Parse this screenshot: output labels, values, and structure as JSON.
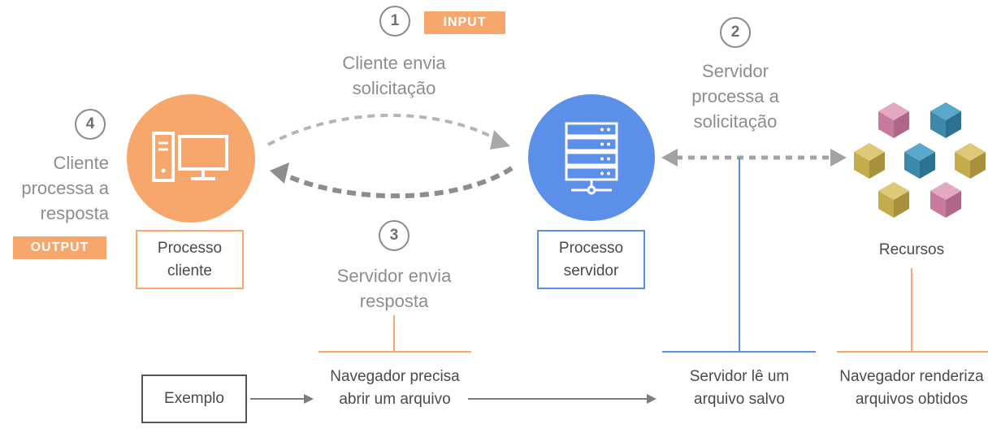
{
  "steps": [
    {
      "number": "1",
      "text": "Cliente envia solicitação",
      "tag": "INPUT"
    },
    {
      "number": "2",
      "text": "Servidor processa a solicitação"
    },
    {
      "number": "3",
      "text": "Servidor envia resposta"
    },
    {
      "number": "4",
      "text": "Cliente processa a resposta",
      "tag": "OUTPUT"
    }
  ],
  "nodes": {
    "client": {
      "label": "Processo cliente",
      "color": "#f7a76c",
      "icon": "computer-icon"
    },
    "server": {
      "label": "Processo servidor",
      "color": "#5b8fe8",
      "icon": "server-icon"
    },
    "resources": {
      "label": "Recursos",
      "icon": "cubes-icon",
      "cube_colors": [
        "#d08aa8",
        "#3f8fb0",
        "#cdb455"
      ]
    }
  },
  "example": {
    "label": "Exemplo",
    "browser_opens": "Navegador precisa abrir um arquivo",
    "server_reads": "Servidor lê um arquivo salvo",
    "browser_renders": "Navegador renderiza arquivos obtidos"
  },
  "colors": {
    "orange": "#f7a76c",
    "blue": "#5b8fe8",
    "gray": "#9a9a9a"
  }
}
